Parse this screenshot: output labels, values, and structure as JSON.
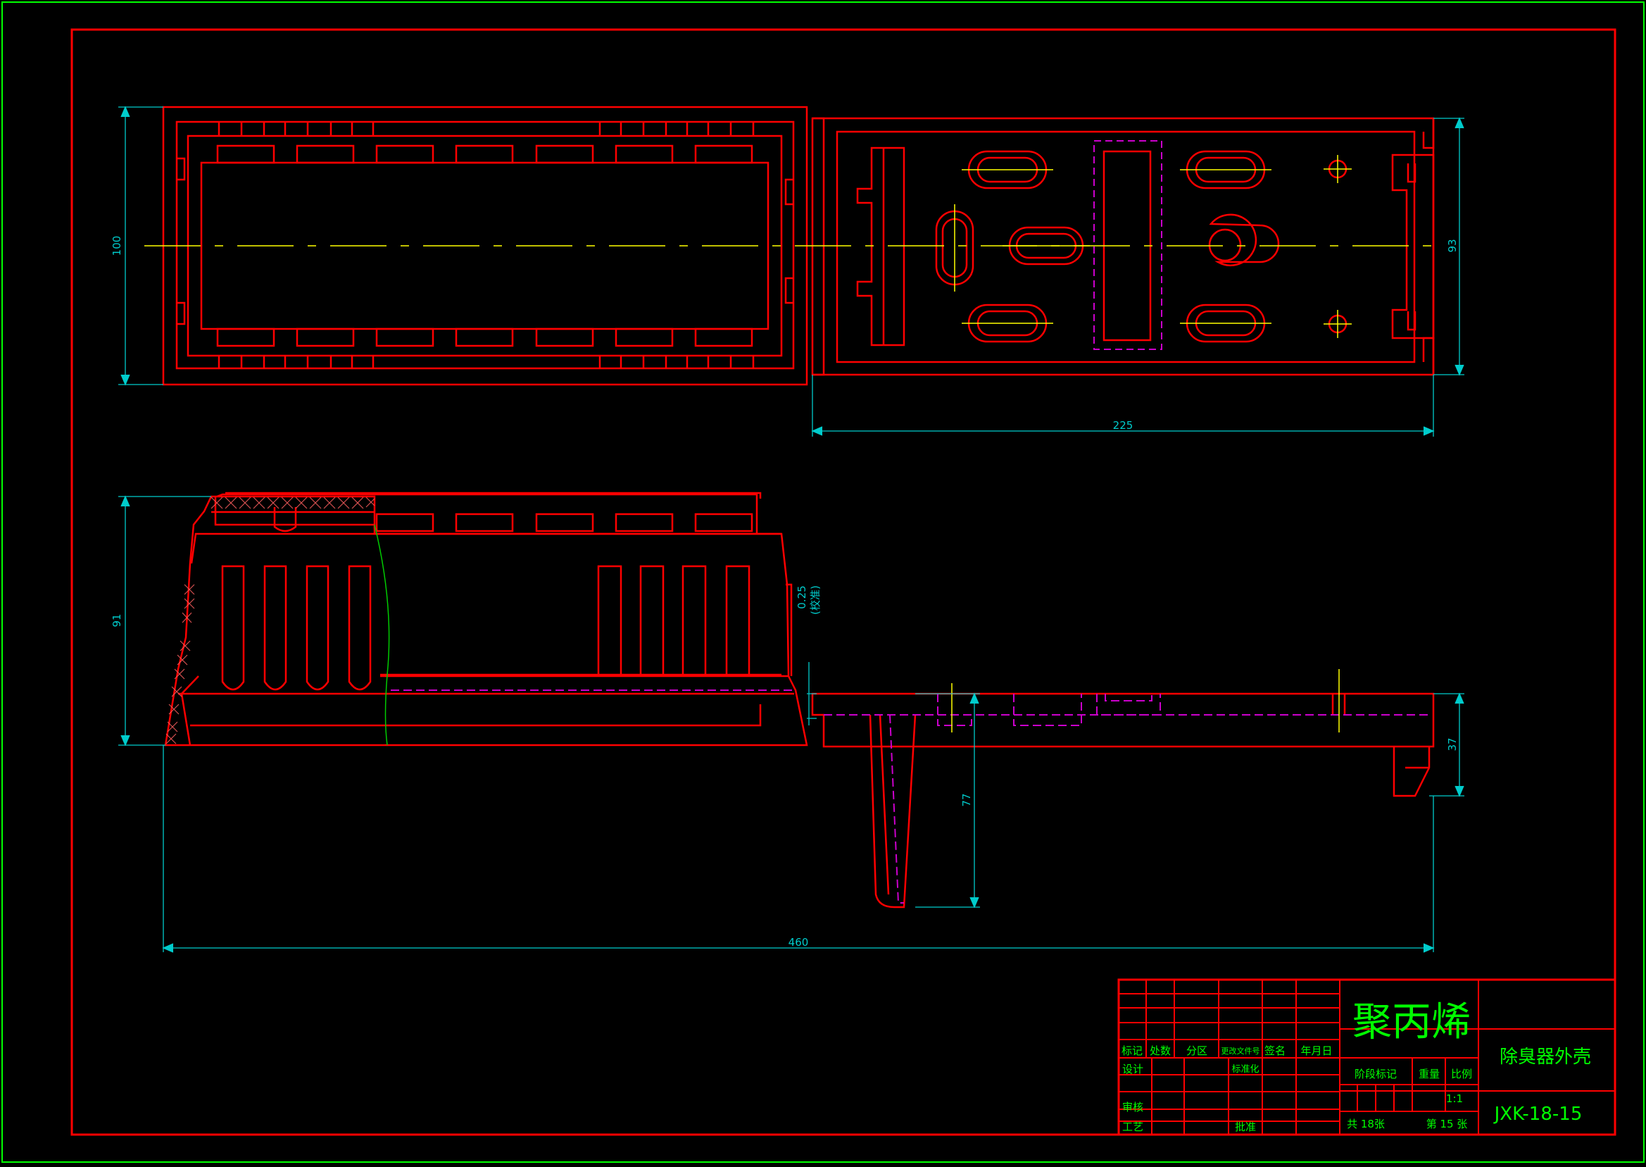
{
  "colors": {
    "background": "#000000",
    "outer_border": "#00ff00",
    "geometry": "#ff0000",
    "dimension": "#00cccc",
    "centerline": "#ffff00",
    "hidden": "#cc00cc",
    "section_line": "#00cc00",
    "title_text": "#00ff00"
  },
  "dimensions": {
    "d100": "100",
    "d93": "93",
    "d225": "225",
    "d91": "91",
    "d037": "0.25",
    "d037_note": "(校准)",
    "d77": "77",
    "d37": "37",
    "d460": "460"
  },
  "title_block": {
    "material": "聚丙烯",
    "part_name": "除臭器外壳",
    "drawing_no": "JXK-18-15",
    "rev_headers": {
      "mark": "标记",
      "count": "处数",
      "zone": "分区",
      "change_doc": "更改文件号",
      "signature": "签名",
      "date": "年月日"
    },
    "roles": {
      "design": "设计",
      "standardize": "标准化",
      "review": "审核",
      "process": "工艺",
      "approve": "批准"
    },
    "stage_mark": "阶段标记",
    "weight": "重量",
    "scale_label": "比例",
    "scale_value": "1:1",
    "total_sheets": "共 18张",
    "sheet_no": "第 15 张"
  }
}
